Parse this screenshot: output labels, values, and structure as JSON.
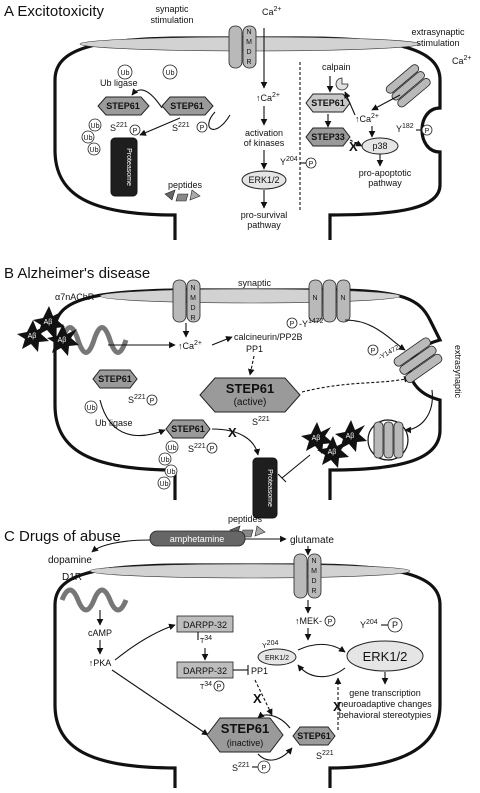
{
  "panels": {
    "a": {
      "title": "A  Excitotoxicity",
      "synaptic_stimulation": [
        "synaptic",
        "stimulation"
      ],
      "extrasynaptic_stimulation": [
        "extrasynaptic",
        "stimulation"
      ],
      "ca": "Ca",
      "ca_sup": "2+",
      "ca_up": "↑Ca",
      "nmdar": "NMDAR",
      "ub_ligase": "Ub ligase",
      "ub": "Ub",
      "step61": "STEP61",
      "step33": "STEP33",
      "s221": "S221",
      "p": "P",
      "proteasome": "Proteasome",
      "peptides": "peptides",
      "activation_of_kinases": [
        "activation",
        "of kinases"
      ],
      "y204": "Y204",
      "erk12": "ERK1/2",
      "pro_survival": [
        "pro-survival",
        "pathway"
      ],
      "calpain": "calpain",
      "y182": "Y182",
      "p38": "p38",
      "pro_apoptotic": [
        "pro-apoptotic",
        "pathway"
      ],
      "x": "X"
    },
    "b": {
      "title": "B  Alzheimer's disease",
      "synaptic": "synaptic",
      "extrasynaptic": "extrasynaptic",
      "a7nachr": "α7nAChR",
      "ab": "Aβ",
      "ca_up": "↑Ca",
      "ca_sup": "2+",
      "calcineurin": "calcineurin/PP2B",
      "pp1": "PP1",
      "y1472": "Y1472",
      "p": "P",
      "step61_active_top": "STEP61",
      "step61_active_bottom": "(active)",
      "step61": "STEP61",
      "s221": "S221",
      "ub_ligase": "Ub ligase",
      "ub": "Ub",
      "proteasome": "Proteasome",
      "peptides": "peptides",
      "x": "X"
    },
    "c": {
      "title": "C  Drugs of abuse",
      "amphetamine": "amphetamine",
      "glutamate": "glutamate",
      "dopamine": "dopamine",
      "d1r": "D1R",
      "camp": "cAMP",
      "pka": "↑PKA",
      "darpp32": "DARPP-32",
      "t34": "T34",
      "pp1": "PP1",
      "mek": "↑MEK-",
      "p": "P",
      "y204": "Y204",
      "erk12": "ERK1/2",
      "erk12_big": "ERK1/2",
      "step61_inactive_top": "STEP61",
      "step61_inactive_bottom": "(inactive)",
      "step61": "STEP61",
      "s221": "S221",
      "outcomes": [
        "gene transcription",
        "neuroadaptive changes",
        "behavioral stereotypies"
      ],
      "x": "X"
    }
  },
  "colors": {
    "line": "#111111",
    "hex_dark": "#9a9a9a",
    "hex_light": "#c9c9c9",
    "proteasome": "#1e1e1e",
    "membrane": "#d2d2d2"
  }
}
